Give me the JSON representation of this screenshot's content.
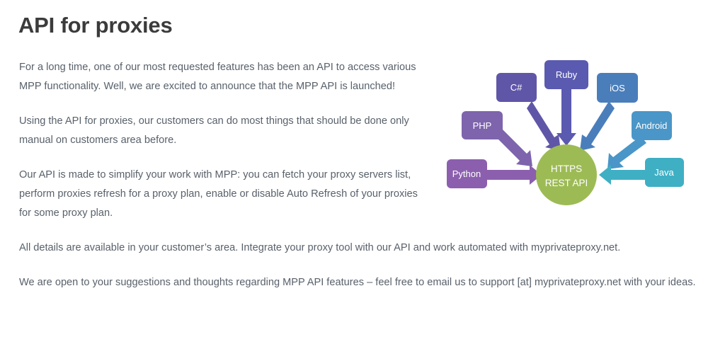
{
  "article": {
    "title": "API for proxies",
    "paragraphs": [
      {
        "id": "p1",
        "width": "narrow",
        "text": "For a long time, one of our most requested features has been an API to access various MPP functionality. Well, we are excited to announce that the MPP API is launched!"
      },
      {
        "id": "p2",
        "width": "narrow",
        "text": "Using the API for proxies, our customers can do most things that should be done only manual on customers area before."
      },
      {
        "id": "p3",
        "width": "narrow",
        "text": "Our API is made to simplify your work with MPP: you can fetch your proxy servers list, perform proxies refresh for a proxy plan, enable or disable Auto Refresh of your proxies for some proxy plan."
      },
      {
        "id": "p4",
        "width": "wide",
        "text": "All details are available in your customer’s area. Integrate your proxy tool with our API and work automated  with myprivateproxy.net."
      },
      {
        "id": "p5",
        "width": "wide",
        "text": "We are open to your suggestions and thoughts regarding MPP API features – feel free to email us to support [at] myprivateproxy.net with your ideas."
      }
    ],
    "text_color": "#59616b",
    "title_color": "#3b3b3b"
  },
  "diagram": {
    "type": "hub-and-spoke",
    "hub": {
      "label_line1": "HTTPS",
      "label_line2": "REST API",
      "color": "#9dbb55",
      "shape": "circle"
    },
    "nodes": [
      {
        "label": "PHP",
        "color": "#7e64ac",
        "arrow_color": "#7e64ac"
      },
      {
        "label": "C#",
        "color": "#6056a8",
        "arrow_color": "#6056a8"
      },
      {
        "label": "Ruby",
        "color": "#5a5ab0",
        "arrow_color": "#5a5ab0"
      },
      {
        "label": "iOS",
        "color": "#4a7ebb",
        "arrow_color": "#4a7ebb"
      },
      {
        "label": "Android",
        "color": "#4a96c8",
        "arrow_color": "#4a96c8"
      },
      {
        "label": "Java",
        "color": "#3fafc4",
        "arrow_color": "#3fafc4"
      },
      {
        "label": "Python",
        "color": "#8b5fae",
        "arrow_color": "#8b5fae"
      }
    ],
    "background": "#ffffff"
  }
}
